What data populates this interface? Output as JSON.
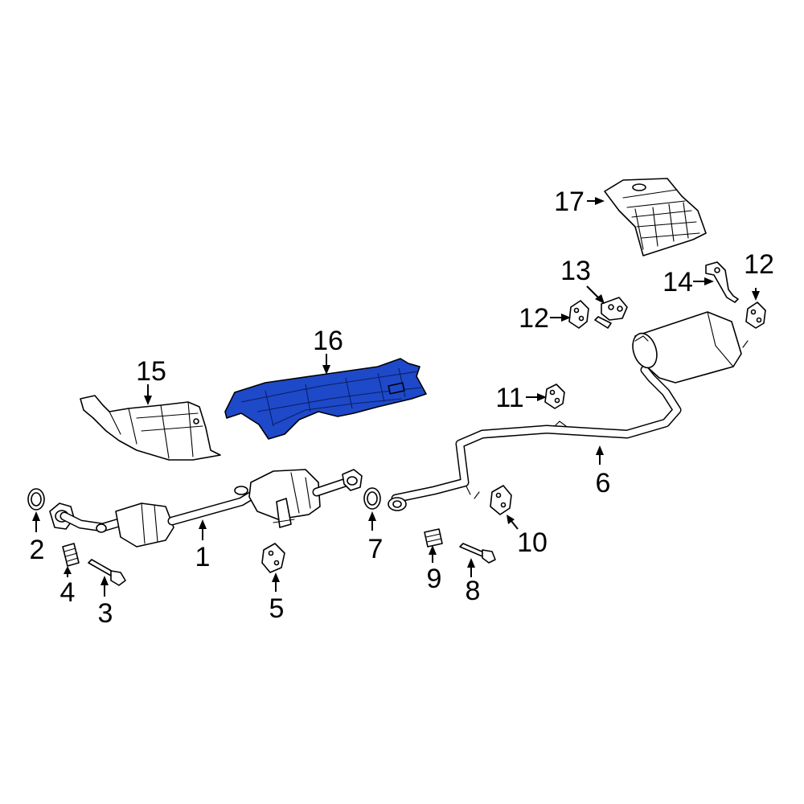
{
  "diagram": {
    "callouts": {
      "c1": "1",
      "c2": "2",
      "c3": "3",
      "c4": "4",
      "c5": "5",
      "c6": "6",
      "c7": "7",
      "c8": "8",
      "c9": "9",
      "c10": "10",
      "c11": "11",
      "c12a": "12",
      "c12b": "12",
      "c13": "13",
      "c14": "14",
      "c15": "15",
      "c16": "16",
      "c17": "17"
    },
    "colors": {
      "highlight": "#1e49c9",
      "line": "#000000",
      "background": "#ffffff"
    }
  }
}
